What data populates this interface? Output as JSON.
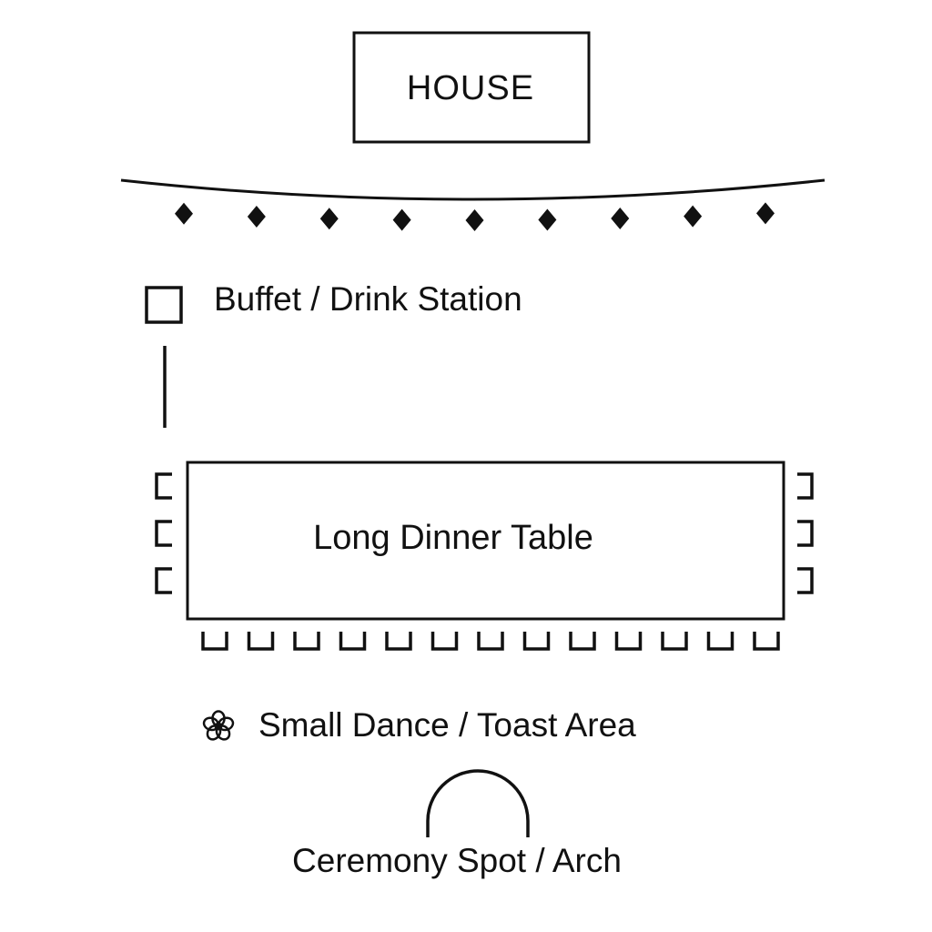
{
  "labels": {
    "house": "HOUSE",
    "buffet": "Buffet / Drink Station",
    "table": "Long Dinner Table",
    "dance": "Small Dance / Toast Area",
    "ceremony": "Ceremony Spot / Arch"
  },
  "counts": {
    "string_light_bulbs": 9,
    "chairs_left_end": 3,
    "chairs_right_end": 3,
    "chairs_front_side": 13
  },
  "icons": {
    "buffet": "square-station-icon",
    "lights": "diamond-bulb-icon",
    "chair": "chair-icon",
    "dance": "flower-icon",
    "ceremony": "arch-icon"
  },
  "colors": {
    "ink": "#111111",
    "background": "#ffffff"
  }
}
